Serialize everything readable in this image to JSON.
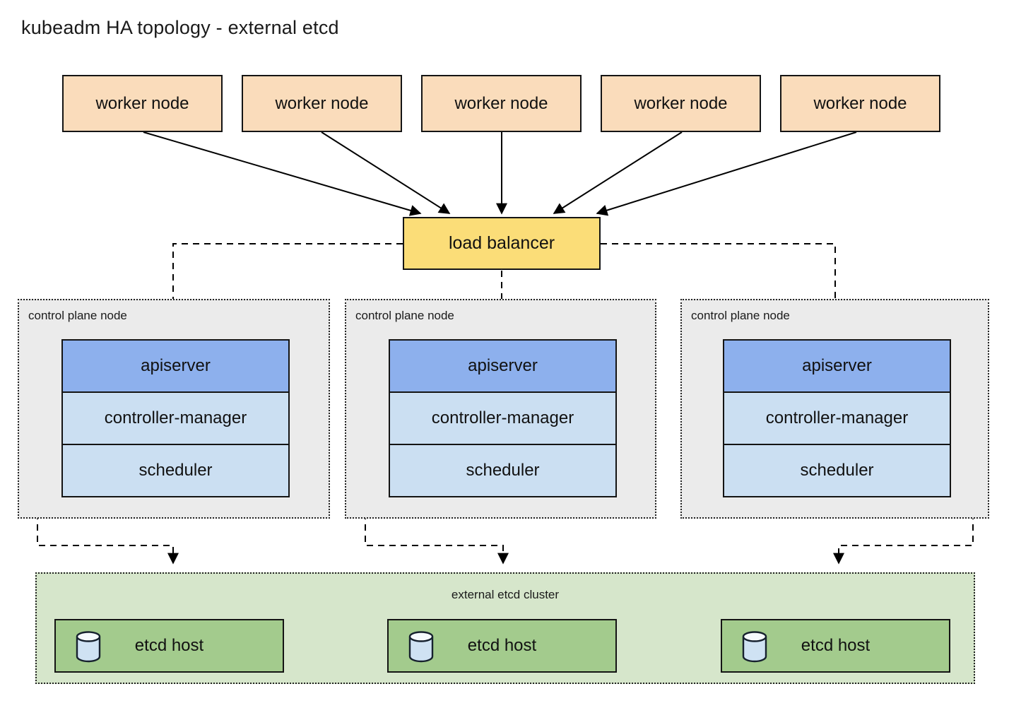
{
  "title": "kubeadm HA topology - external etcd",
  "workers": {
    "labels": [
      "worker node",
      "worker node",
      "worker node",
      "worker node",
      "worker node"
    ]
  },
  "load_balancer": {
    "label": "load balancer"
  },
  "control_planes": [
    {
      "label": "control plane node",
      "components": [
        "apiserver",
        "controller-manager",
        "scheduler"
      ]
    },
    {
      "label": "control plane node",
      "components": [
        "apiserver",
        "controller-manager",
        "scheduler"
      ]
    },
    {
      "label": "control plane node",
      "components": [
        "apiserver",
        "controller-manager",
        "scheduler"
      ]
    }
  ],
  "etcd": {
    "cluster_label": "external etcd cluster",
    "hosts": [
      {
        "label": "etcd host",
        "icon": "database-cylinder-icon"
      },
      {
        "label": "etcd host",
        "icon": "database-cylinder-icon"
      },
      {
        "label": "etcd host",
        "icon": "database-cylinder-icon"
      }
    ]
  },
  "colors": {
    "worker_fill": "#fadcbb",
    "load_balancer_fill": "#fbdd78",
    "apiserver_fill": "#8db0ed",
    "component_fill": "#cbdff2",
    "control_plane_fill": "#ebebeb",
    "etcd_cluster_fill": "#d6e6cb",
    "etcd_host_fill": "#a3cb8d",
    "cylinder_fill": "#cfe2f3",
    "line_color": "#000000"
  }
}
